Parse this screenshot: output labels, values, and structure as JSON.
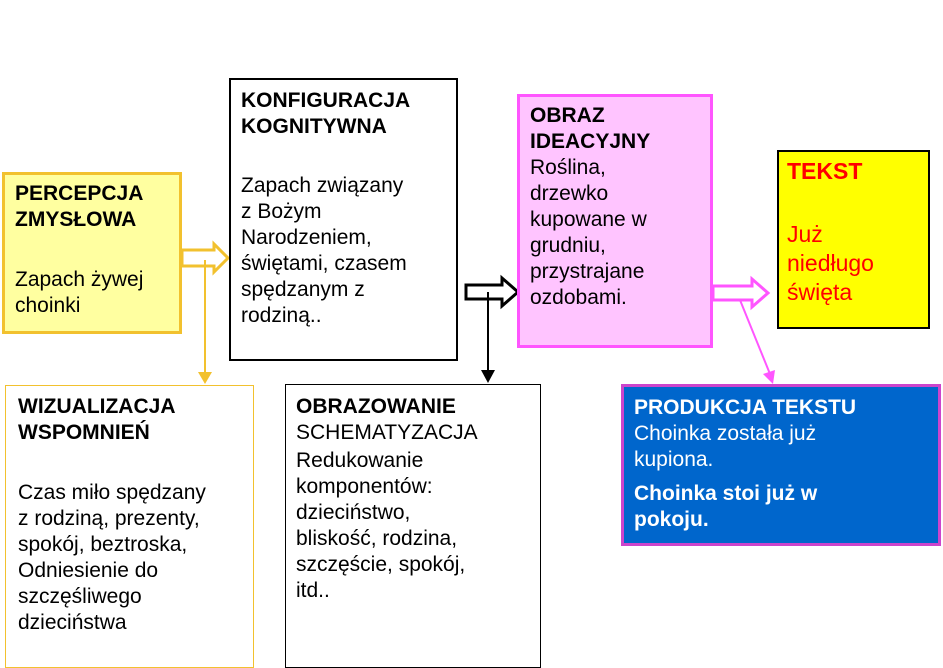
{
  "percepcja": {
    "title": "PERCEPCJA\nZMYSŁOWA",
    "body": "Zapach żywej\nchoinki"
  },
  "konfiguracja": {
    "title": "KONFIGURACJA\nKOGNITYWNA",
    "body": "Zapach związany\nz Bożym\nNarodzeniem,\nświętami, czasem\nspędzanym z\nrodziną.."
  },
  "obraz": {
    "title": "OBRAZ\nIDEACYJNY",
    "body": "Roślina,\ndrzewko\nkupowane w\ngrudniu,\nprzystrajane\nozdobami."
  },
  "tekst": {
    "title": "TEKST",
    "body": "Już\nniedługo\nświęta"
  },
  "wizualizacja": {
    "title": "WIZUALIZACJA\nWSPOMNIEŃ",
    "body": "Czas miło spędzany\nz rodziną, prezenty,\nspokój, beztroska,\nOdniesienie do\nszczęśliwego\ndzieciństwa"
  },
  "obrazowanie": {
    "title": "OBRAZOWANIE",
    "subtitle": "SCHEMATYZACJA",
    "body": "Redukowanie\nkomponentów:\ndzieciństwo,\nbliskość, rodzina,\nszczęście, spokój,\nitd.."
  },
  "produkcja": {
    "title": "PRODUKCJA TEKSTU",
    "body": "Choinka została już\nkupiona.",
    "emphasis": "Choinka stoi już w\npokoju."
  },
  "colors": {
    "yellow_box": "#ffffa0",
    "yellow_border": "#f2c12e",
    "pink_box": "#ffc4ff",
    "pink_border": "#ff55ff",
    "tekst_box": "#ffff00",
    "tekst_text": "#ff0000",
    "blue_box": "#0066cc",
    "purple_border": "#cc44cc"
  }
}
